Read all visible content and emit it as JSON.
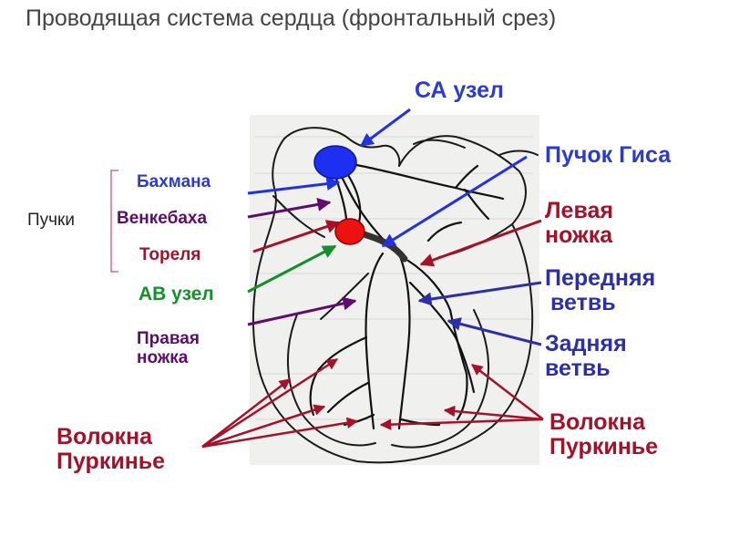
{
  "title": "Проводящая система сердца (фронтальный срез)",
  "group_label": "Пучки",
  "labels": {
    "sa_node": "СА узел",
    "bundle_his": "Пучок Гиса",
    "bachmann": "Бахмана",
    "wenckebach": "Венкебаха",
    "thorel": "Тореля",
    "av_node": "АВ узел",
    "left_branch_1": "Левая",
    "left_branch_2": "ножка",
    "anterior_1": "Передняя",
    "anterior_2": "ветвь",
    "posterior_1": "Задняя",
    "posterior_2": "ветвь",
    "right_branch_1": "Правая",
    "right_branch_2": "ножка",
    "purkinje_left_1": "Волокна",
    "purkinje_left_2": "Пуркинье",
    "purkinje_right_1": "Волокна",
    "purkinje_right_2": "Пуркинье"
  },
  "colors": {
    "sa_node": "#1d2ff0",
    "av_node": "#ee1111",
    "blue_labels": "#2b3bd0",
    "purple_labels": "#5e0d6e",
    "red_labels": "#a4122a",
    "green_label": "#13902a"
  }
}
